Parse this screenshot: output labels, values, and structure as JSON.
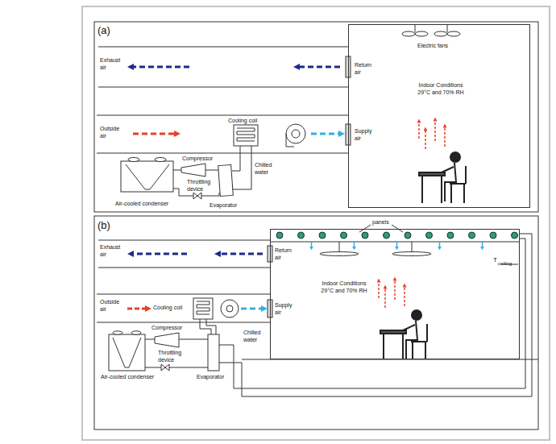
{
  "diagram": {
    "nodes": [
      {
        "text": [
          "Indoor Conditions 29°C and 70% RH"
        ]
      },
      {
        "text": [
          "Indoor Conditions 29°C and 70% RH"
        ]
      }
    ],
    "labels": [
      "(a)",
      "Exhaust air",
      "Return air",
      "Electric fans",
      "Outside air",
      "Cooling coil",
      "Supply air",
      "Compressor",
      "Chilled water",
      "Throttling device",
      "Evaporator",
      "Air-cooled condenser",
      "(b)",
      "panels",
      "Exhaust air",
      "Return air",
      "T",
      "ceiling",
      "Outside air",
      "Cooling coil",
      "Supply air",
      "Compressor",
      "Throttling device",
      "Chilled water",
      "Evaporator",
      "Air-cooled condenser"
    ]
  }
}
